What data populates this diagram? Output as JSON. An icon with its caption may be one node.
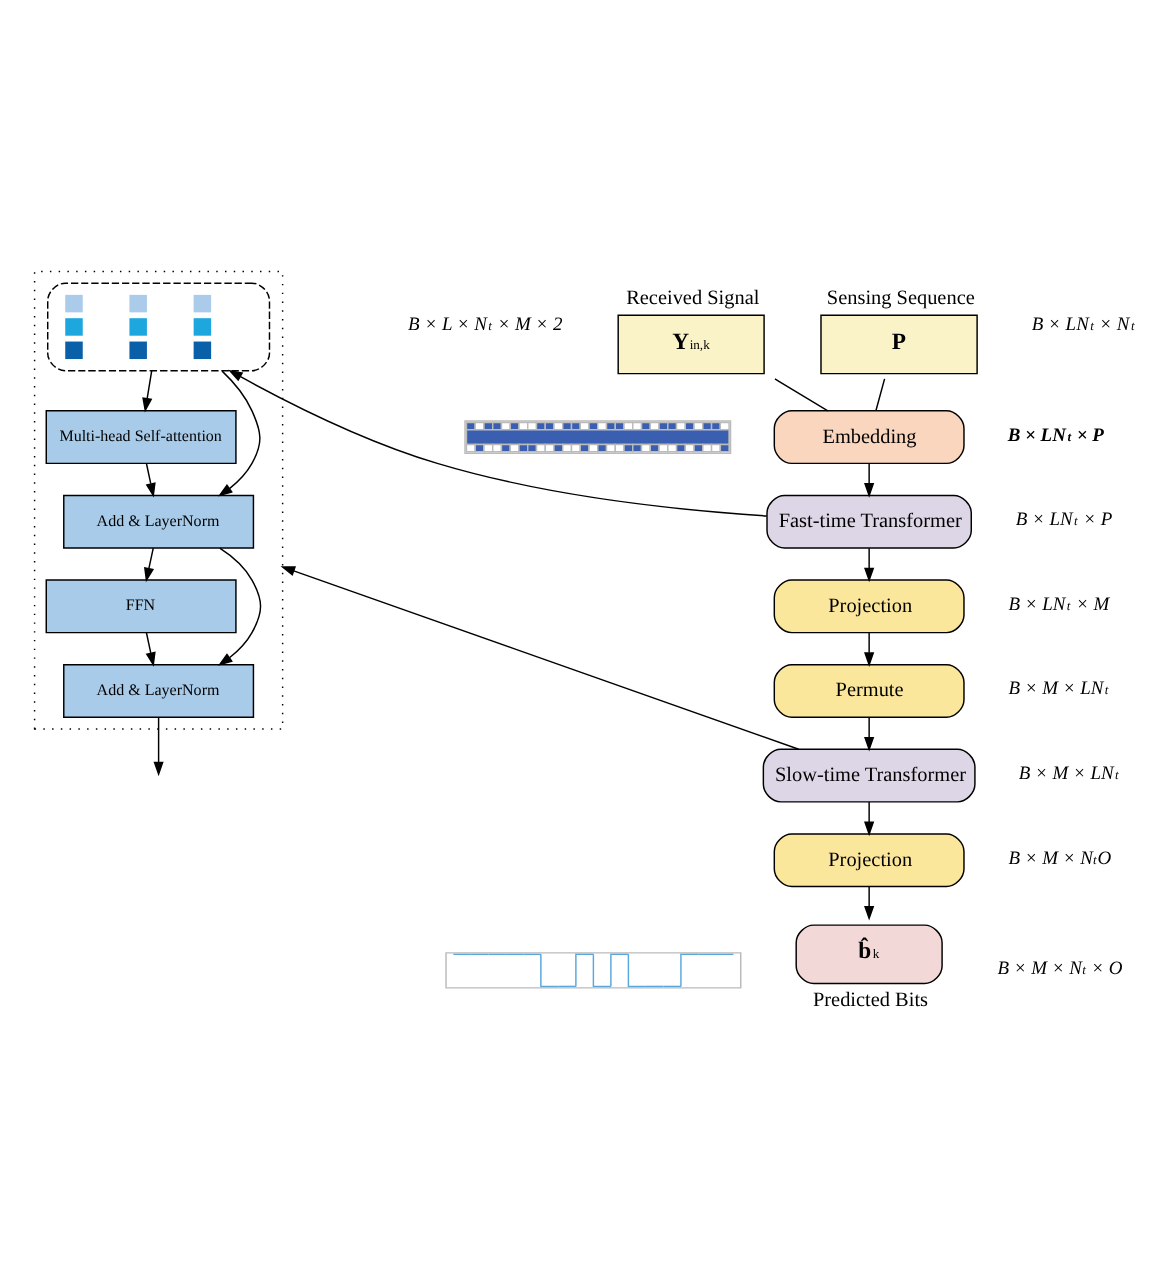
{
  "diagram": {
    "nodes": [
      {
        "text": [
          "Received Signal",
          "**Y**$_{in,k}$"
        ],
        "beside": [
          "B × L × N$_{t}$ × M × 2"
        ]
      },
      {
        "text": [
          "Sensing Sequence",
          "**P**"
        ],
        "beside": [
          "B × LN$_{t}$ × N$_{t}$"
        ]
      },
      {
        "text": [
          "Embedding"
        ],
        "beside": [
          "**B × LN$_{t}$ × P**"
        ]
      },
      {
        "text": [
          "Fast-time Transformer"
        ],
        "beside": [
          "B × LN$_{t}$ × P"
        ]
      },
      {
        "text": [
          "Projection"
        ],
        "beside": [
          "B × LN$_{t}$ × M"
        ]
      },
      {
        "text": [
          "Permute"
        ],
        "beside": [
          "B × M × LN$_{t}$"
        ]
      },
      {
        "text": [
          "Slow-time Transformer"
        ],
        "beside": [
          "B × M × LN$_{t}$"
        ]
      },
      {
        "text": [
          "Projection"
        ],
        "beside": [
          "B × M × N$_{t}$O"
        ]
      },
      {
        "text": [
          "**b̂**$_{k}$",
          "Predicted Bits"
        ],
        "beside": [
          "B × M × N$_{t}$ × O"
        ]
      },
      {
        "text": [],
        "shape": "box"
      },
      {
        "text": [],
        "shape": "box",
        "in": 9
      },
      {
        "text": [
          "Multi-head Self-attention"
        ],
        "in": 9
      },
      {
        "text": [
          "Add & LayerNorm"
        ],
        "in": 9
      },
      {
        "text": [
          "FFN"
        ],
        "in": 9
      },
      {
        "text": [
          "Add & LayerNorm"
        ],
        "in": 9
      },
      {
        "text": [],
        "shape": "picture"
      },
      {
        "text": [],
        "shape": "picture"
      }
    ],
    "edges": [
      {
        "from": 0,
        "to": 2,
        "arrow": "none"
      },
      {
        "from": 1,
        "to": 2,
        "arrow": "none"
      },
      {
        "from": 2,
        "to": 3,
        "arrow": "to"
      },
      {
        "from": 3,
        "to": 4,
        "arrow": "to"
      },
      {
        "from": 4,
        "to": 5,
        "arrow": "to"
      },
      {
        "from": 5,
        "to": 6,
        "arrow": "to"
      },
      {
        "from": 6,
        "to": 7,
        "arrow": "to"
      },
      {
        "from": 7,
        "to": 8,
        "arrow": "to"
      },
      {
        "from": 3,
        "to": 10,
        "arrow": "to"
      },
      {
        "from": 6,
        "to": 9,
        "arrow": "to"
      },
      {
        "from": 10,
        "to": 11,
        "arrow": "to"
      },
      {
        "from": 10,
        "to": 12,
        "arrow": "to"
      },
      {
        "from": 11,
        "to": 12,
        "arrow": "to"
      },
      {
        "from": 12,
        "to": 13,
        "arrow": "to"
      },
      {
        "from": 12,
        "to": 14,
        "arrow": "to"
      },
      {
        "from": 13,
        "to": 14,
        "arrow": "to"
      },
      {
        "from": 14,
        "to": null,
        "arrow": "to"
      }
    ]
  }
}
